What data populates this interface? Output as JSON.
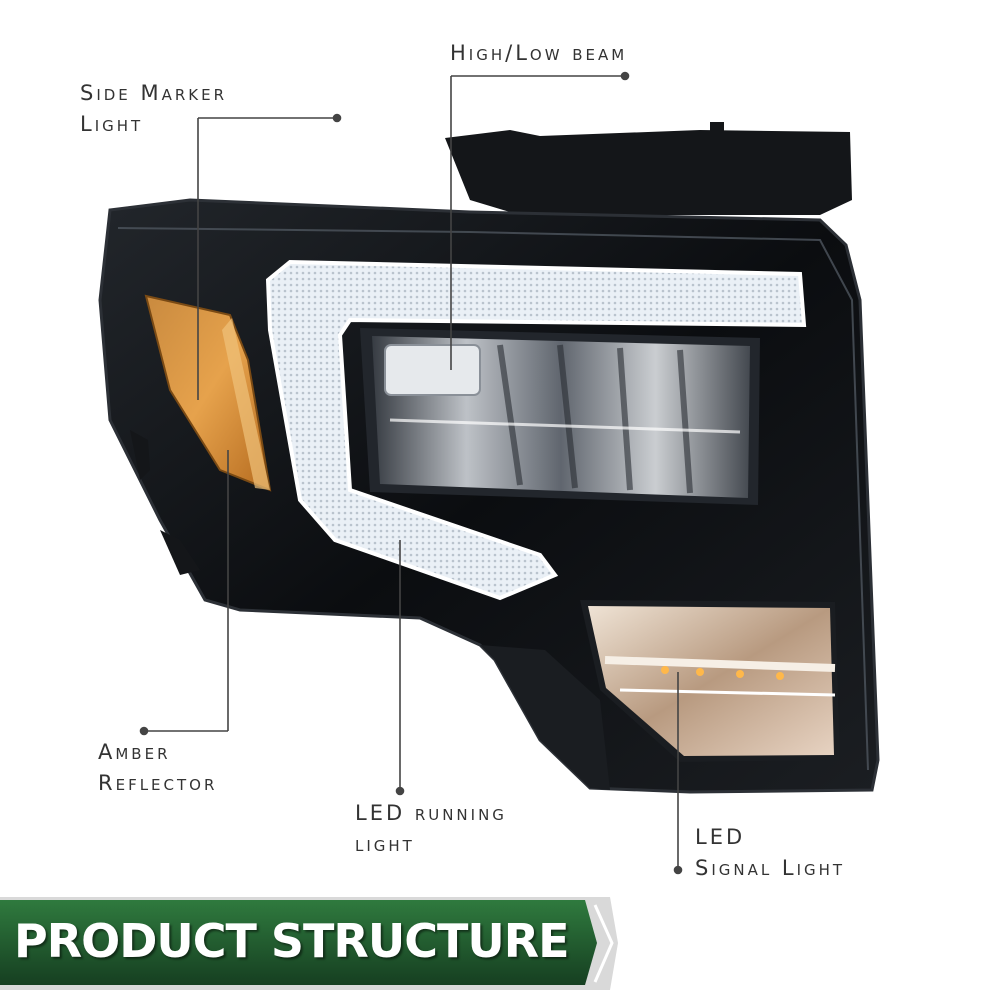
{
  "callouts": {
    "high_low_beam": {
      "lines": [
        "High/Low beam"
      ]
    },
    "side_marker": {
      "lines": [
        "Side Marker",
        "Light"
      ]
    },
    "amber_reflector": {
      "lines": [
        "Amber",
        "Reflector"
      ]
    },
    "led_running": {
      "lines": [
        "LED running",
        "light"
      ]
    },
    "led_signal": {
      "lines": [
        "LED",
        "Signal Light"
      ]
    }
  },
  "banner": {
    "title": "PRODUCT STRUCTURE"
  },
  "colors": {
    "banner_green": "#1f5a2c",
    "banner_green_light": "#2f7a3e",
    "housing_black": "#0d0f12",
    "amber": "#d98a2e",
    "led_white": "#eef4fa",
    "label_text": "#333333"
  }
}
